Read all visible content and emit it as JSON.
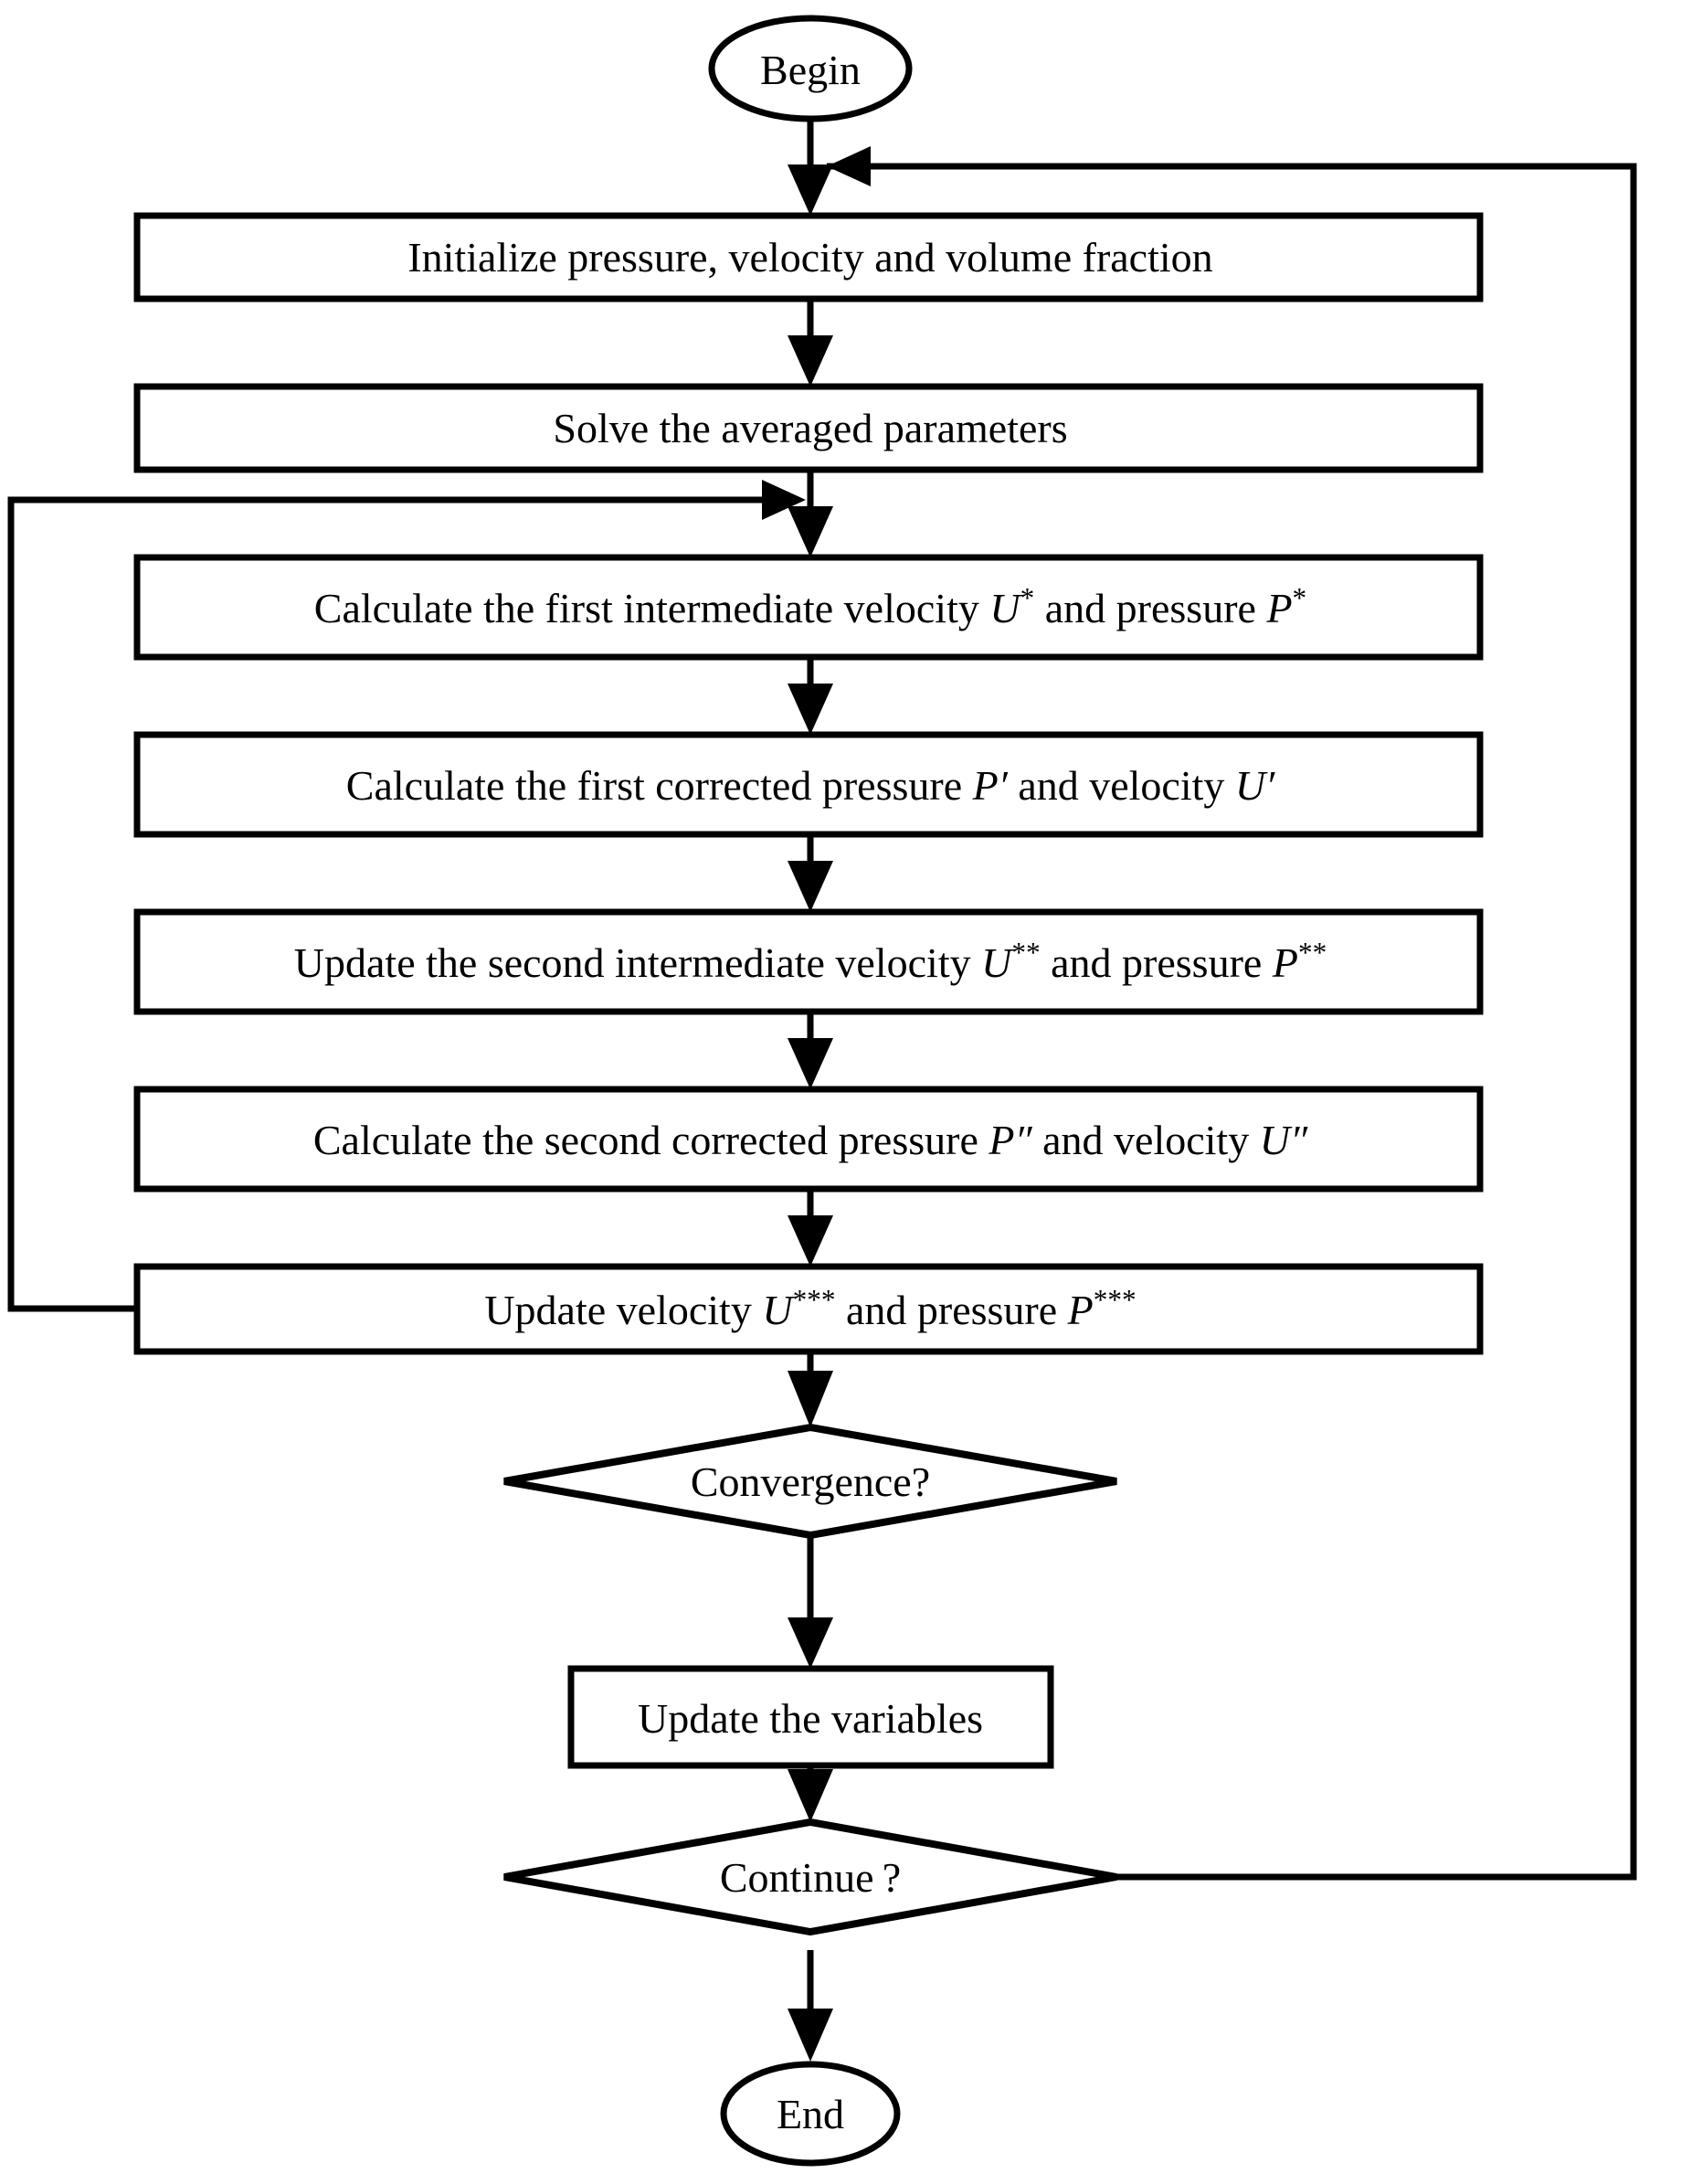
{
  "diagram": {
    "title": "SIMPLE-type pressure-velocity coupling algorithm flowchart",
    "type": "flowchart",
    "colors": {
      "stroke": "#000000",
      "fill": "#ffffff",
      "text": "#000000"
    }
  },
  "nodes": {
    "begin": {
      "shape": "terminator-oval",
      "label": "Begin"
    },
    "initialize": {
      "shape": "process-box",
      "label": "Initialize pressure, velocity and volume fraction"
    },
    "solve_averaged": {
      "shape": "process-box",
      "label": "Solve the averaged parameters"
    },
    "first_intermediate": {
      "shape": "process-box",
      "label": "Calculate the first intermediate velocity U* and pressure P*",
      "parts": {
        "a": "Calculate the first intermediate velocity ",
        "var1": "U",
        "sup1": "*",
        "b": " and pressure ",
        "var2": "P",
        "sup2": "*"
      }
    },
    "first_corrected": {
      "shape": "process-box",
      "label": "Calculate the first corrected pressure P′ and velocity U′",
      "parts": {
        "a": "Calculate the first corrected pressure ",
        "var1": "P′",
        "b": " and velocity ",
        "var2": "U′"
      }
    },
    "second_intermediate": {
      "shape": "process-box",
      "label": "Update the second intermediate velocity U** and pressure P**",
      "parts": {
        "a": "Update the second intermediate velocity ",
        "var1": "U",
        "sup1": "**",
        "b": " and pressure ",
        "var2": "P",
        "sup2": "**"
      }
    },
    "second_corrected": {
      "shape": "process-box",
      "label": "Calculate the second corrected pressure P″ and velocity U″",
      "parts": {
        "a": "Calculate the second corrected pressure ",
        "var1": "P″",
        "b": " and velocity ",
        "var2": "U″"
      }
    },
    "update_velocity": {
      "shape": "process-box",
      "label": "Update  velocity U*** and pressure P***",
      "parts": {
        "a": "Update  velocity ",
        "var1": "U",
        "sup1": "***",
        "b": "  and pressure ",
        "var2": "P",
        "sup2": "***"
      }
    },
    "convergence": {
      "shape": "decision-diamond",
      "label": "Convergence?"
    },
    "update_variables": {
      "shape": "process-box",
      "label": "Update the variables"
    },
    "continue": {
      "shape": "decision-diamond",
      "label": "Continue ?"
    },
    "end": {
      "shape": "terminator-oval",
      "label": "End"
    }
  },
  "edges": [
    {
      "from": "begin",
      "to": "initialize",
      "kind": "straight-down"
    },
    {
      "from": "initialize",
      "to": "solve_averaged",
      "kind": "straight-down"
    },
    {
      "from": "solve_averaged",
      "to": "first_intermediate",
      "kind": "straight-down"
    },
    {
      "from": "first_intermediate",
      "to": "first_corrected",
      "kind": "straight-down"
    },
    {
      "from": "first_corrected",
      "to": "second_intermediate",
      "kind": "straight-down"
    },
    {
      "from": "second_intermediate",
      "to": "second_corrected",
      "kind": "straight-down"
    },
    {
      "from": "second_corrected",
      "to": "update_velocity",
      "kind": "straight-down"
    },
    {
      "from": "update_velocity",
      "to": "convergence",
      "kind": "straight-down"
    },
    {
      "from": "convergence",
      "to": "update_variables",
      "kind": "straight-down"
    },
    {
      "from": "update_variables",
      "to": "continue",
      "kind": "straight-down"
    },
    {
      "from": "continue",
      "to": "end",
      "kind": "straight-down"
    },
    {
      "from": "update_velocity",
      "to": "first_intermediate",
      "kind": "left-feedback-loop"
    },
    {
      "from": "continue",
      "to": "initialize",
      "kind": "right-feedback-loop"
    }
  ]
}
